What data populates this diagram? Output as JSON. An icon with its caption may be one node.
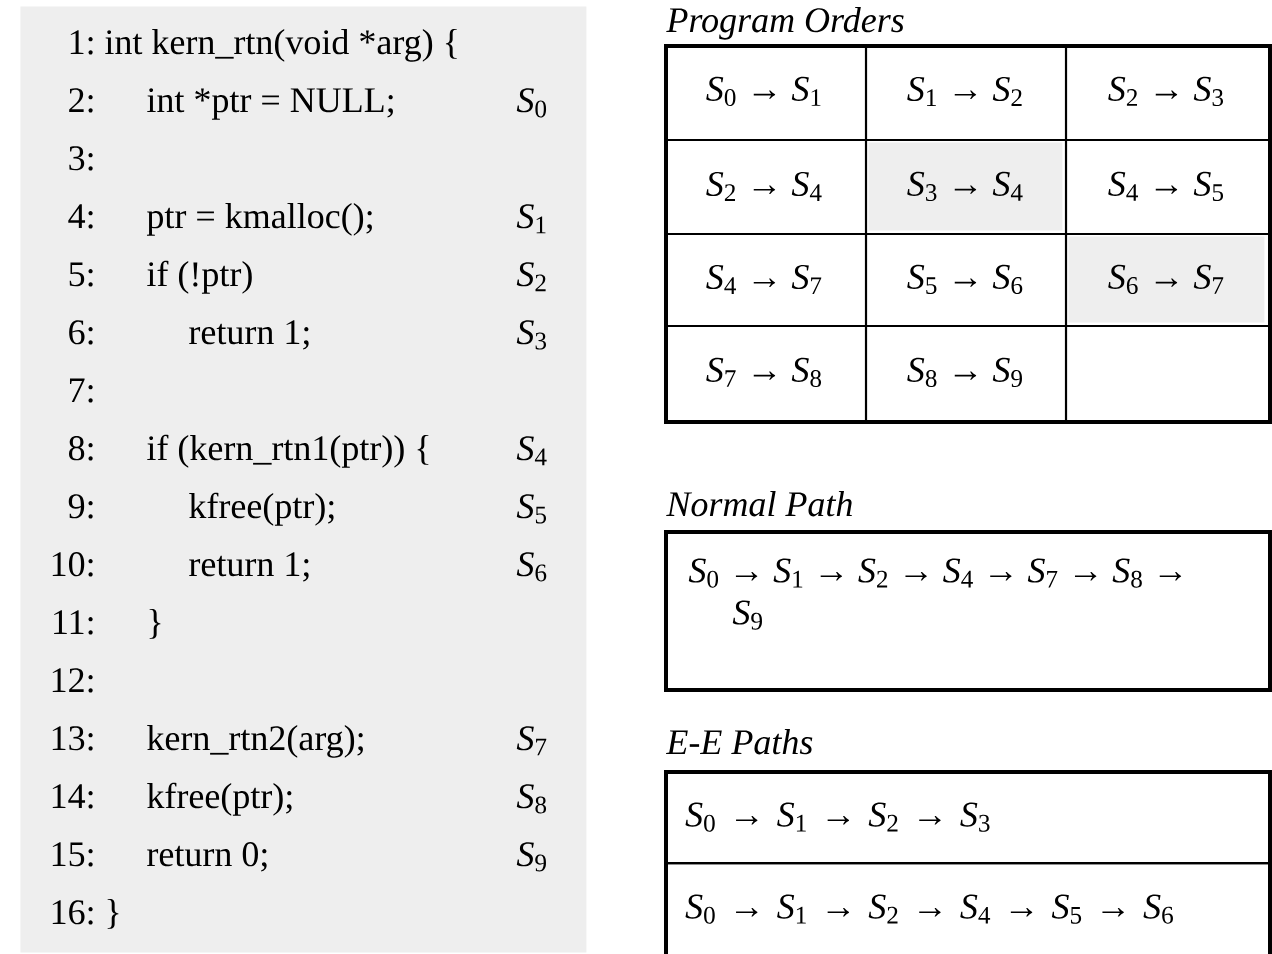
{
  "diagram": {
    "nodes": [
      {
        "text": [
          "1:",
          "int kern_rtn(void *arg) {",
          "2:",
          "int *ptr = NULL;",
          "*S*$_{0}$",
          "3:",
          "4:",
          "ptr = kmalloc();",
          "*S*$_{1}$",
          "5:",
          "if (!ptr)",
          "*S*$_{2}$",
          "6:",
          "return 1;",
          "*S*$_{3}$",
          "7:",
          "8:",
          "if (kern_rtn1(ptr)) {",
          "*S*$_{4}$",
          "9:",
          "kfree(ptr);",
          "*S*$_{5}$",
          "10:",
          "return 1;",
          "*S*$_{6}$",
          "11:",
          "}",
          "12:",
          "13:",
          "kern_rtn2(arg);",
          "*S*$_{7}$",
          "14:",
          "kfree(ptr);",
          "*S*$_{8}$",
          "15:",
          "return 0;",
          "*S*$_{9}$",
          "16:",
          "}"
        ]
      },
      {
        "text": [
          "Program Orders"
        ]
      },
      {
        "text": [
          "*S*$_{0}$ → *S*$_{1}$"
        ],
        "in": 1
      },
      {
        "text": [
          "*S*$_{1}$ → *S*$_{2}$"
        ],
        "in": 1
      },
      {
        "text": [
          "*S*$_{2}$ → *S*$_{3}$"
        ],
        "in": 1
      },
      {
        "text": [
          "*S*$_{2}$ → *S*$_{4}$"
        ],
        "in": 1
      },
      {
        "text": [
          "*S*$_{3}$ → *S*$_{4}$"
        ],
        "in": 1
      },
      {
        "text": [
          "*S*$_{4}$ → *S*$_{5}$"
        ],
        "in": 1
      },
      {
        "text": [
          "*S*$_{4}$ → *S*$_{7}$"
        ],
        "in": 1
      },
      {
        "text": [
          "*S*$_{5}$ → *S*$_{6}$"
        ],
        "in": 1
      },
      {
        "text": [
          "*S*$_{6}$ → *S*$_{7}$"
        ],
        "in": 1
      },
      {
        "text": [
          "*S*$_{7}$ → *S*$_{8}$"
        ],
        "in": 1
      },
      {
        "text": [
          "*S*$_{8}$ → *S*$_{9}$"
        ],
        "in": 1
      },
      {
        "text": [
          "Normal Path",
          "*S*$_{0}$ → *S*$_{1}$ → *S*$_{2}$ → *S*$_{4}$ → *S*$_{7}$ → *S*$_{8}$ → *S*$_{9}$"
        ]
      },
      {
        "text": [
          "E-E Paths"
        ]
      },
      {
        "text": [
          "*S*$_{0}$ → *S*$_{1}$ → *S*$_{2}$ → *S*$_{3}$"
        ],
        "in": 14
      },
      {
        "text": [
          "*S*$_{0}$ → *S*$_{1}$ → *S*$_{2}$ → *S*$_{4}$ → *S*$_{5}$ → *S*$_{6}$"
        ],
        "in": 14
      }
    ]
  }
}
